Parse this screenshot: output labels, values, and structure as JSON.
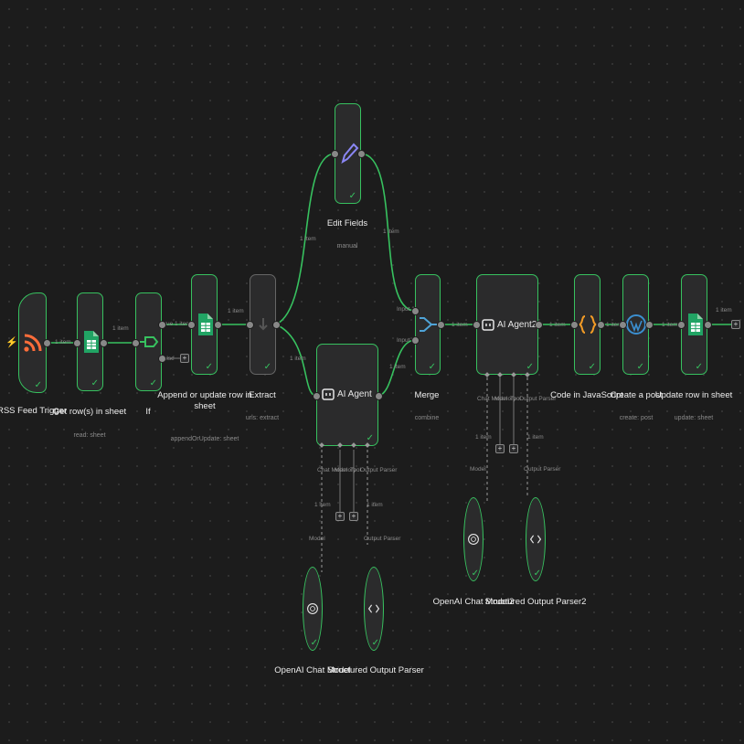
{
  "connections": {
    "one_item": "1 item",
    "true_item": "true 1 item",
    "false_label": "false"
  },
  "nodes": {
    "rss": {
      "label": "RSS Feed Trigger"
    },
    "getrows": {
      "label": "Get row(s) in sheet",
      "sub": "read: sheet"
    },
    "if": {
      "label": "If"
    },
    "append": {
      "label": "Append or update row in sheet",
      "sub": "appendOrUpdate: sheet"
    },
    "extract": {
      "label": "Extract",
      "sub": "urls: extract"
    },
    "edit": {
      "label": "Edit Fields",
      "sub": "manual"
    },
    "agent": {
      "label": "AI Agent",
      "sub": ""
    },
    "merge": {
      "label": "Merge",
      "sub": "combine",
      "input1": "Input 1",
      "input2": "Input 2"
    },
    "agent2": {
      "label": "AI Agent2"
    },
    "code": {
      "label": "Code in JavaScript"
    },
    "post": {
      "label": "Create a post",
      "sub": "create: post"
    },
    "update": {
      "label": "Update row in sheet",
      "sub": "update: sheet"
    },
    "openai": {
      "label": "OpenAI Chat Model"
    },
    "parser": {
      "label": "Structured Output Parser"
    },
    "openai2": {
      "label": "OpenAI Chat Model2"
    },
    "parser2": {
      "label": "Structured Output Parser2"
    }
  },
  "agent_ports": {
    "chat_model": "Chat Model",
    "memory": "Memory",
    "tool": "Tool",
    "output_parser": "Output Parser",
    "model": "Model"
  },
  "icons": {
    "rss": "rss-icon",
    "sheets": "google-sheets-icon",
    "if": "if-icon",
    "extract": "extract-icon",
    "edit": "pencil-icon",
    "agent": "robot-icon",
    "merge": "merge-icon",
    "code": "code-braces-icon",
    "wordpress": "wordpress-icon",
    "openai": "openai-icon",
    "parser": "code-brackets-icon"
  },
  "colors": {
    "success": "#37c15f",
    "rss": "#ff6d3a",
    "sheets": "#21a464",
    "edit": "#8a86f4",
    "merge": "#4fa3d7",
    "code": "#f29b26",
    "wordpress": "#3b8fd0"
  }
}
